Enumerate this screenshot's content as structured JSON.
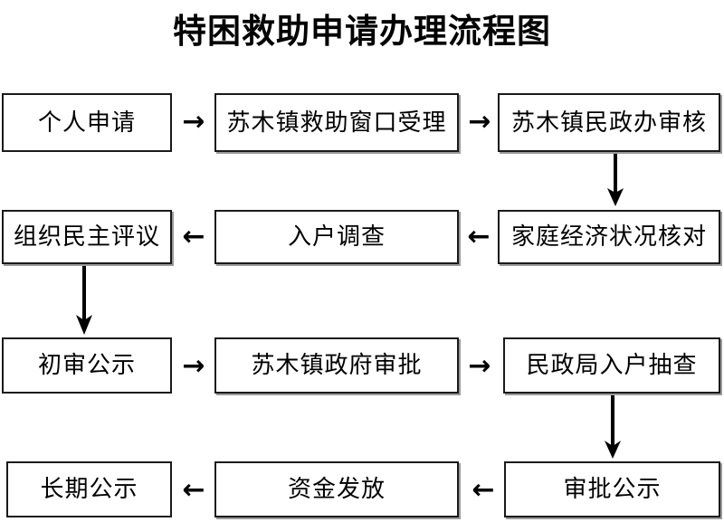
{
  "title": "特困救助申请办理流程图",
  "diagram": {
    "type": "flowchart",
    "orientation": "serpentine-4-rows",
    "nodes": [
      {
        "id": "n1",
        "label": "个人申请",
        "row": 1,
        "col": 1
      },
      {
        "id": "n2",
        "label": "苏木镇救助窗口受理",
        "row": 1,
        "col": 2
      },
      {
        "id": "n3",
        "label": "苏木镇民政办审核",
        "row": 1,
        "col": 3
      },
      {
        "id": "n4",
        "label": "家庭经济状况核对",
        "row": 2,
        "col": 3
      },
      {
        "id": "n5",
        "label": "入户调查",
        "row": 2,
        "col": 2
      },
      {
        "id": "n6",
        "label": "组织民主评议",
        "row": 2,
        "col": 1
      },
      {
        "id": "n7",
        "label": "初审公示",
        "row": 3,
        "col": 1
      },
      {
        "id": "n8",
        "label": "苏木镇政府审批",
        "row": 3,
        "col": 2
      },
      {
        "id": "n9",
        "label": "民政局入户抽查",
        "row": 3,
        "col": 3
      },
      {
        "id": "n10",
        "label": "审批公示",
        "row": 4,
        "col": 3
      },
      {
        "id": "n11",
        "label": "资金发放",
        "row": 4,
        "col": 2
      },
      {
        "id": "n12",
        "label": "长期公示",
        "row": 4,
        "col": 1
      }
    ],
    "arrows": [
      {
        "id": "a1",
        "from": "n1",
        "to": "n2",
        "glyph": "→",
        "direction": "right"
      },
      {
        "id": "a2",
        "from": "n2",
        "to": "n3",
        "glyph": "→",
        "direction": "right"
      },
      {
        "id": "a3",
        "from": "n3",
        "to": "n4",
        "glyph": "↓",
        "direction": "down"
      },
      {
        "id": "a4",
        "from": "n4",
        "to": "n5",
        "glyph": "←",
        "direction": "left"
      },
      {
        "id": "a5",
        "from": "n5",
        "to": "n6",
        "glyph": "←",
        "direction": "left"
      },
      {
        "id": "a6",
        "from": "n6",
        "to": "n7",
        "glyph": "↓",
        "direction": "down"
      },
      {
        "id": "a7",
        "from": "n7",
        "to": "n8",
        "glyph": "→",
        "direction": "right"
      },
      {
        "id": "a8",
        "from": "n8",
        "to": "n9",
        "glyph": "→",
        "direction": "right"
      },
      {
        "id": "a9",
        "from": "n9",
        "to": "n10",
        "glyph": "↓",
        "direction": "down"
      },
      {
        "id": "a10",
        "from": "n10",
        "to": "n11",
        "glyph": "←",
        "direction": "left"
      },
      {
        "id": "a11",
        "from": "n11",
        "to": "n12",
        "glyph": "←",
        "direction": "left"
      }
    ]
  },
  "colors": {
    "background": "#ffffff",
    "border": "#1a1a1a",
    "text": "#000000",
    "shadow": "#9a9a9a"
  }
}
